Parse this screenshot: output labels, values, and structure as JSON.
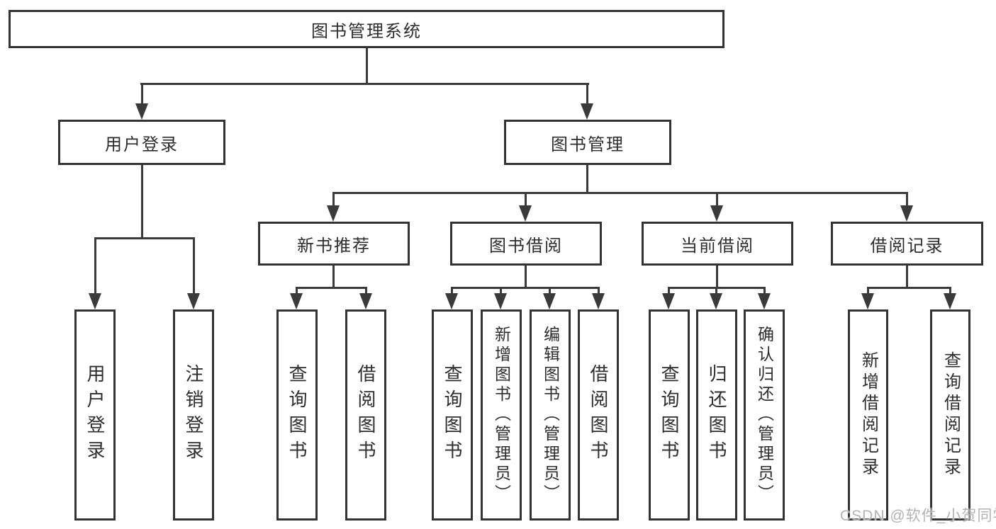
{
  "diagram": {
    "title_node": "图书管理系统",
    "level2": {
      "user_login": "用户登录",
      "book_management": "图书管理"
    },
    "level3": {
      "new_book_recommend": "新书推荐",
      "book_borrow": "图书借阅",
      "current_borrow": "当前借阅",
      "borrow_records": "借阅记录"
    },
    "leaves": {
      "user_login": "用户登录",
      "logout": "注销登录",
      "query_books_1": "查询图书",
      "borrow_books_1": "借阅图书",
      "query_books_2": "查询图书",
      "add_book_admin": "新增图书（管理员）",
      "edit_book_admin": "编辑图书（管理员）",
      "borrow_books_2": "借阅图书",
      "query_books_3": "查询图书",
      "return_book": "归还图书",
      "confirm_return_admin": "确认归还（管理员）",
      "add_borrow_record": "新增借阅记录",
      "query_borrow_record": "查询借阅记录"
    }
  },
  "watermark": {
    "text": "CSDN @软件_小贺同学",
    "color": "#b3b3b3"
  },
  "colors": {
    "line": "#3a3a3a",
    "box_border": "#333333",
    "box_fill": "#ffffff",
    "text": "#2d2d2d",
    "background": "#ffffff"
  }
}
